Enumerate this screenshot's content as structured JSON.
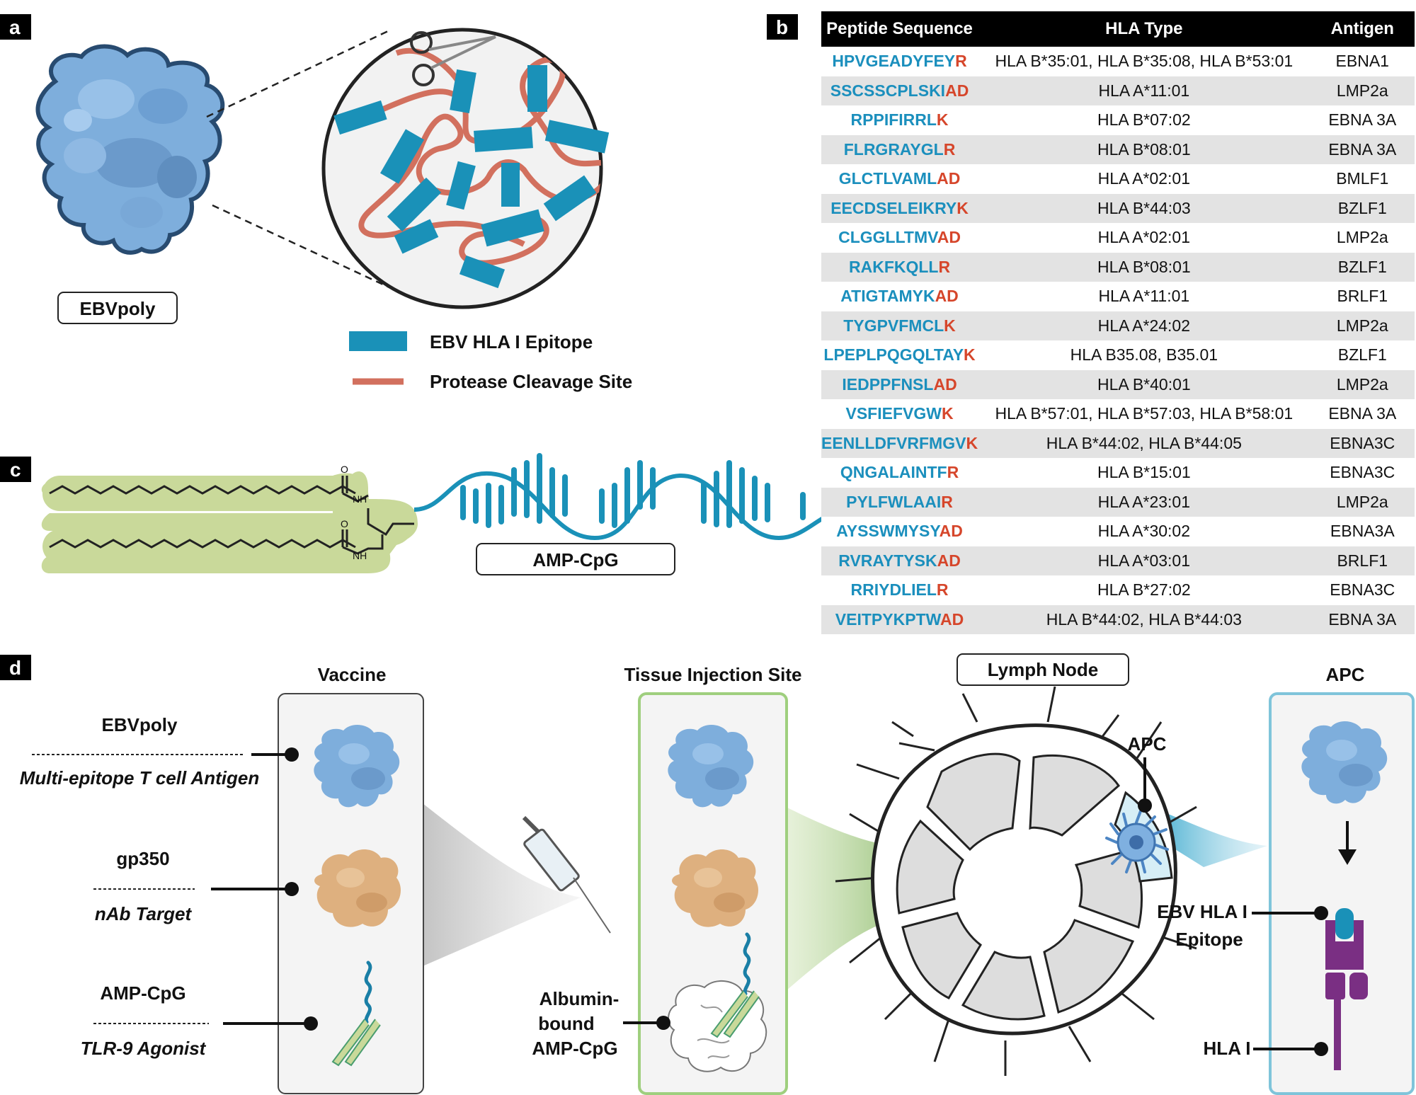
{
  "panels": {
    "a": "a",
    "b": "b",
    "c": "c",
    "d": "d"
  },
  "panel_a": {
    "protein_label": "EBVpoly",
    "legend": [
      {
        "label": "EBV HLA I Epitope",
        "color": "#1a91b8"
      },
      {
        "label": "Protease Cleavage Site",
        "color": "#d2705e"
      }
    ]
  },
  "panel_b": {
    "headers": [
      "Peptide Sequence",
      "HLA Type",
      "Antigen"
    ],
    "rows": [
      {
        "seq": "HPVGEADYFEY",
        "suffix": "R",
        "hla": "HLA B*35:01, HLA B*35:08, HLA B*53:01",
        "antigen": "EBNA1"
      },
      {
        "seq": "SSCSSCPLSKI",
        "suffix": "AD",
        "hla": "HLA A*11:01",
        "antigen": "LMP2a"
      },
      {
        "seq": "RPPIFIRRL",
        "suffix": "K",
        "hla": "HLA B*07:02",
        "antigen": "EBNA 3A"
      },
      {
        "seq": "FLRGRAYGL",
        "suffix": "R",
        "hla": "HLA B*08:01",
        "antigen": "EBNA 3A"
      },
      {
        "seq": "GLCTLVAML",
        "suffix": "AD",
        "hla": "HLA A*02:01",
        "antigen": "BMLF1"
      },
      {
        "seq": "EECDSELEIKRY",
        "suffix": "K",
        "hla": "HLA B*44:03",
        "antigen": "BZLF1"
      },
      {
        "seq": "CLGGLLTMV",
        "suffix": "AD",
        "hla": "HLA A*02:01",
        "antigen": "LMP2a"
      },
      {
        "seq": "RAKFKQLL",
        "suffix": "R",
        "hla": "HLA B*08:01",
        "antigen": "BZLF1"
      },
      {
        "seq": "ATIGTAMYK",
        "suffix": "AD",
        "hla": "HLA A*11:01",
        "antigen": "BRLF1"
      },
      {
        "seq": "TYGPVFMCL",
        "suffix": "K",
        "hla": "HLA A*24:02",
        "antigen": "LMP2a"
      },
      {
        "seq": "LPEPLPQGQLTAY",
        "suffix": "K",
        "hla": "HLA B35.08, B35.01",
        "antigen": "BZLF1"
      },
      {
        "seq": "IEDPPFNSL",
        "suffix": "AD",
        "hla": "HLA B*40:01",
        "antigen": "LMP2a"
      },
      {
        "seq": "VSFIEFVGW",
        "suffix": "K",
        "hla": "HLA B*57:01, HLA B*57:03, HLA B*58:01",
        "antigen": "EBNA 3A"
      },
      {
        "seq": "EENLLDFVRFMGV",
        "suffix": "K",
        "hla": "HLA B*44:02, HLA B*44:05",
        "antigen": "EBNA3C"
      },
      {
        "seq": "QNGALAINTF",
        "suffix": "R",
        "hla": "HLA B*15:01",
        "antigen": "EBNA3C"
      },
      {
        "seq": "PYLFWLAAI",
        "suffix": "R",
        "hla": "HLA A*23:01",
        "antigen": "LMP2a"
      },
      {
        "seq": "AYSSWMYSY",
        "suffix": "AD",
        "hla": "HLA A*30:02",
        "antigen": "EBNA3A"
      },
      {
        "seq": "RVRAYTYSK",
        "suffix": "AD",
        "hla": "HLA A*03:01",
        "antigen": "BRLF1"
      },
      {
        "seq": "RRIYDLIEL",
        "suffix": "R",
        "hla": "HLA B*27:02",
        "antigen": "EBNA3C"
      },
      {
        "seq": "VEITPYKPTW",
        "suffix": "AD",
        "hla": "HLA B*44:02, HLA B*44:03",
        "antigen": "EBNA 3A"
      }
    ]
  },
  "panel_c": {
    "label": "AMP-CpG",
    "chem_o": "O",
    "chem_nh": "NH",
    "lipid_color": "#c9d99a",
    "dna_color": "#1a91b8"
  },
  "panel_d": {
    "vaccine_title": "Vaccine",
    "injection_title": "Tissue Injection Site",
    "lymph_title": "Lymph Node",
    "apc_title": "APC",
    "components": [
      {
        "name": "EBVpoly",
        "role": "Multi-epitope T cell Antigen"
      },
      {
        "name": "gp350",
        "role": "nAb Target"
      },
      {
        "name": "AMP-CpG",
        "role": "TLR-9 Agonist"
      }
    ],
    "albumin_label": [
      "Albumin-",
      "bound",
      "AMP-CpG"
    ],
    "apc_cell_label": "APC",
    "epitope_label": [
      "EBV HLA I",
      "Epitope"
    ],
    "hla_label": "HLA I",
    "colors": {
      "ebvpoly": "#7eaedc",
      "gp350": "#deb07f",
      "green_arrow": "#6aa53c",
      "apc_box": "#7fc4da",
      "hla": "#7a2f83",
      "epitope": "#1a91b8"
    }
  }
}
